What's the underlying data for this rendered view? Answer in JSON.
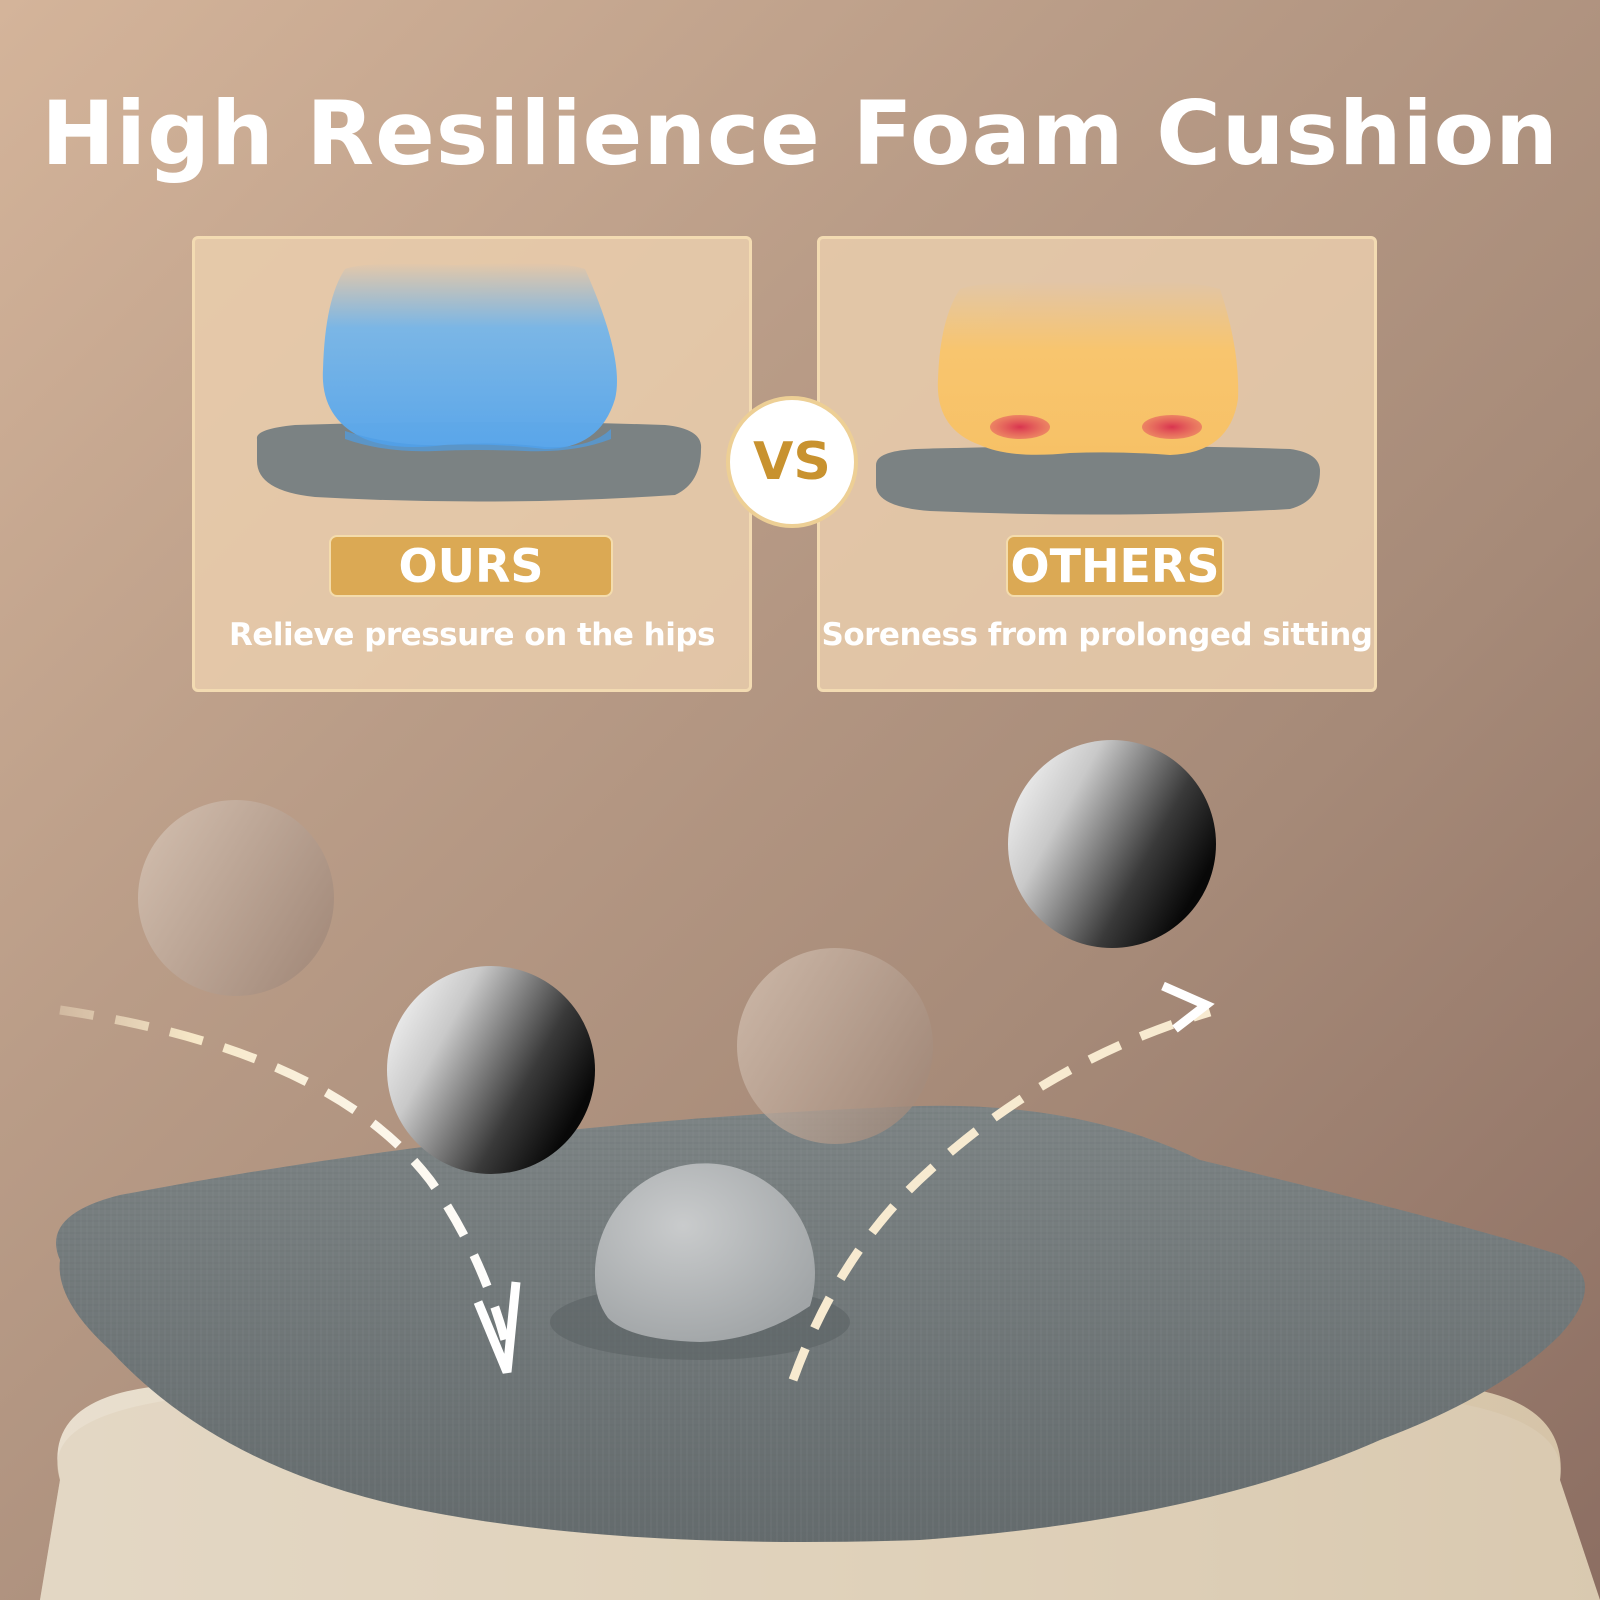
{
  "title": "High Resilience Foam Cushion",
  "comparison": {
    "vs_label": "VS",
    "ours": {
      "badge": "OURS",
      "caption": "Relieve pressure on the hips"
    },
    "others": {
      "badge": "OTHERS",
      "caption": "Soreness from prolonged sitting"
    }
  },
  "colors": {
    "background": "#b99c87",
    "panel": "#ebcfaf",
    "badge": "#dba954",
    "vs_text": "#c8922f",
    "ours_shape": "#6fb4ec",
    "others_shape": "#f9c56b",
    "pressure_spot": "#d9344f",
    "cushion": "#7b8283"
  }
}
